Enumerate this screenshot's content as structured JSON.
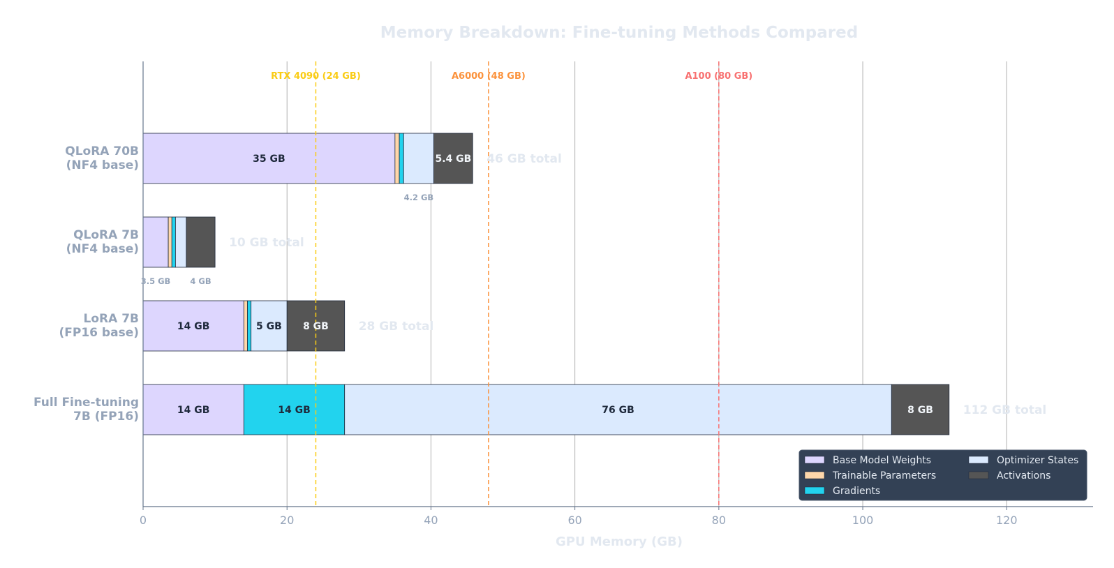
{
  "chart_data": {
    "type": "bar",
    "orientation": "horizontal",
    "stacked": true,
    "title": "Memory Breakdown: Fine-tuning Methods Compared",
    "xlabel": "GPU Memory (GB)",
    "ylabel": "",
    "xlim": [
      0,
      132
    ],
    "xticks": [
      0,
      20,
      40,
      60,
      80,
      100,
      120
    ],
    "grid": "vertical",
    "legend": "lower-right",
    "categories": [
      [
        "QLoRA 70B",
        "(NF4 base)"
      ],
      [
        "QLoRA 7B",
        "(NF4 base)"
      ],
      [
        "LoRA 7B",
        "(FP16 base)"
      ],
      [
        "Full Fine-tuning",
        "7B (FP16)"
      ]
    ],
    "series": [
      {
        "name": "Base Model Weights",
        "color": "#ddd6fe",
        "text_color": "#1e293b",
        "values": [
          35,
          3.5,
          14,
          14
        ]
      },
      {
        "name": "Trainable Parameters",
        "color": "#fed7aa",
        "text_color": "#1e293b",
        "values": [
          0.6,
          0.5,
          0.5,
          0
        ]
      },
      {
        "name": "Gradients",
        "color": "#22d3ee",
        "text_color": "#1e293b",
        "values": [
          0.6,
          0.5,
          0.5,
          14
        ]
      },
      {
        "name": "Optimizer States",
        "color": "#dbeafe",
        "text_color": "#1e293b",
        "values": [
          4.2,
          1.5,
          5,
          76
        ]
      },
      {
        "name": "Activations",
        "color": "#555555",
        "text_color": "#f1f5f9",
        "values": [
          5.4,
          4,
          8,
          8
        ]
      }
    ],
    "inside_labels": [
      {
        "row": 0,
        "series": 0,
        "text": "35 GB"
      },
      {
        "row": 0,
        "series": 4,
        "text": "5.4 GB"
      },
      {
        "row": 2,
        "series": 0,
        "text": "14 GB"
      },
      {
        "row": 2,
        "series": 3,
        "text": "5 GB"
      },
      {
        "row": 2,
        "series": 4,
        "text": "8 GB"
      },
      {
        "row": 3,
        "series": 0,
        "text": "14 GB"
      },
      {
        "row": 3,
        "series": 2,
        "text": "14 GB"
      },
      {
        "row": 3,
        "series": 3,
        "text": "76 GB"
      },
      {
        "row": 3,
        "series": 4,
        "text": "8 GB"
      }
    ],
    "below_labels": [
      {
        "row": 0,
        "series": 3,
        "text": "4.2 GB"
      },
      {
        "row": 1,
        "series": 0,
        "text": "3.5 GB"
      },
      {
        "row": 1,
        "series": 4,
        "text": "4 GB"
      }
    ],
    "totals": [
      "46 GB total",
      "10 GB total",
      "28 GB total",
      "112 GB total"
    ],
    "reference_lines": [
      {
        "x": 24,
        "label": "RTX 4090 (24 GB)",
        "color": "#facc15"
      },
      {
        "x": 48,
        "label": "A6000 (48 GB)",
        "color": "#fb923c"
      },
      {
        "x": 80,
        "label": "A100 (80 GB)",
        "color": "#f87171"
      }
    ],
    "legend_style": {
      "background": "#334155",
      "border": "#475569"
    }
  }
}
